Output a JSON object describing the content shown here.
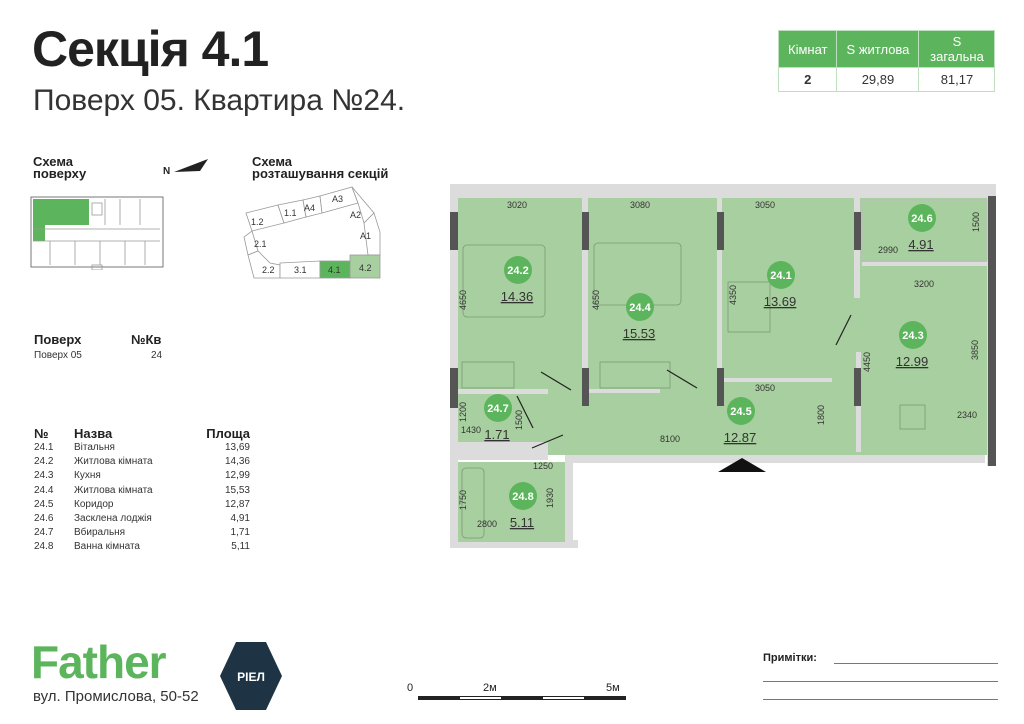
{
  "header": {
    "title": "Секція 4.1",
    "subtitle": "Поверх 05. Квартира №24."
  },
  "summary": {
    "headers": [
      "Кімнат",
      "S житлова",
      "S загальна"
    ],
    "values": [
      "2",
      "29,89",
      "81,17"
    ]
  },
  "floor_scheme": {
    "title_line1": "Схема",
    "title_line2": "поверху",
    "north": "N"
  },
  "section_scheme": {
    "title_line1": "Схема",
    "title_line2": "розташування секцій",
    "sections": [
      "1.2",
      "1.1",
      "A4",
      "A3",
      "A2",
      "A1",
      "2.1",
      "2.2",
      "3.1",
      "4.1",
      "4.2"
    ],
    "highlighted": "4.1"
  },
  "apartment": {
    "floor_label": "Поверх",
    "apt_label": "№Кв",
    "floor_value": "Поверх 05",
    "apt_value": "24"
  },
  "rooms": {
    "headers": [
      "№",
      "Назва",
      "Площа"
    ],
    "items": [
      {
        "no": "24.1",
        "name": "Вітальня",
        "area": "13,69"
      },
      {
        "no": "24.2",
        "name": "Житлова кімната",
        "area": "14,36"
      },
      {
        "no": "24.3",
        "name": "Кухня",
        "area": "12,99"
      },
      {
        "no": "24.4",
        "name": "Житлова кімната",
        "area": "15,53"
      },
      {
        "no": "24.5",
        "name": "Коридор",
        "area": "12,87"
      },
      {
        "no": "24.6",
        "name": "Засклена лоджія",
        "area": "4,91"
      },
      {
        "no": "24.7",
        "name": "Вбиральня",
        "area": "1,71"
      },
      {
        "no": "24.8",
        "name": "Ванна кімната",
        "area": "5,11"
      }
    ]
  },
  "plan": {
    "rooms": [
      {
        "no": "24.2",
        "area": "14.36"
      },
      {
        "no": "24.4",
        "area": "15.53"
      },
      {
        "no": "24.1",
        "area": "13.69"
      },
      {
        "no": "24.6",
        "area": "4.91"
      },
      {
        "no": "24.3",
        "area": "12.99"
      },
      {
        "no": "24.7",
        "area": "1.71"
      },
      {
        "no": "24.5",
        "area": "12.87"
      },
      {
        "no": "24.8",
        "area": "5.11"
      }
    ],
    "dims": [
      "3020",
      "3080",
      "3050",
      "2990",
      "1500",
      "3200",
      "4650",
      "4650",
      "4350",
      "3850",
      "4450",
      "3050",
      "2340",
      "1800",
      "1200",
      "1500",
      "1430",
      "8100",
      "1250",
      "1750",
      "1930",
      "2800"
    ]
  },
  "footer": {
    "brand": "Father",
    "badge": "РІЕЛ",
    "address": "вул. Промислова, 50-52",
    "scale": [
      "0",
      "2м",
      "5м"
    ],
    "notes_label": "Примітки:"
  },
  "colors": {
    "accent": "#5cb55c",
    "room_fill": "#a8cf9f",
    "badge_dark": "#1e3444"
  }
}
